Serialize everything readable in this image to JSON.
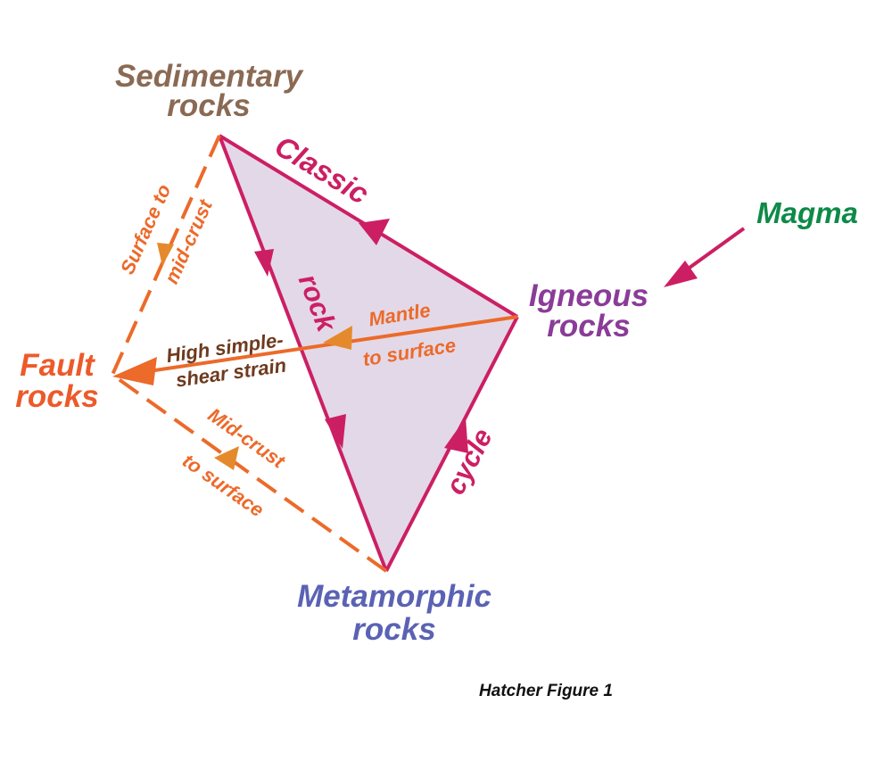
{
  "nodes": {
    "sedimentary": {
      "line1": "Sedimentary",
      "line2": "rocks"
    },
    "igneous": {
      "line1": "Igneous",
      "line2": "rocks"
    },
    "metamorphic": {
      "line1": "Metamorphic",
      "line2": "rocks"
    },
    "fault": {
      "line1": "Fault",
      "line2": "rocks"
    },
    "magma": {
      "label": "Magma"
    }
  },
  "cycle_words": {
    "classic": "Classic",
    "rock": "rock",
    "cycle": "cycle"
  },
  "paths": {
    "surface_to_midcrust": {
      "line1": "Surface to",
      "line2": "mid-crust"
    },
    "mantle_to_surface": {
      "line1": "Mantle",
      "line2": "to surface"
    },
    "high_strain": {
      "line1": "High simple-",
      "line2": "shear strain"
    },
    "midcrust_to_surface": {
      "line1": "Mid-crust",
      "line2": "to surface"
    }
  },
  "caption": "Hatcher Figure 1",
  "colors": {
    "cycle": "#cc1f63",
    "fill": "#e3d8e8",
    "orange": "#ec6a2a",
    "light_orange": "#e48a2c",
    "sedimentary": "#8a6a54",
    "igneous": "#8a3c98",
    "metamorphic": "#5a62b4",
    "fault": "#ec5a2a",
    "magma": "#0e8a48",
    "brown": "#6e3a1e"
  }
}
